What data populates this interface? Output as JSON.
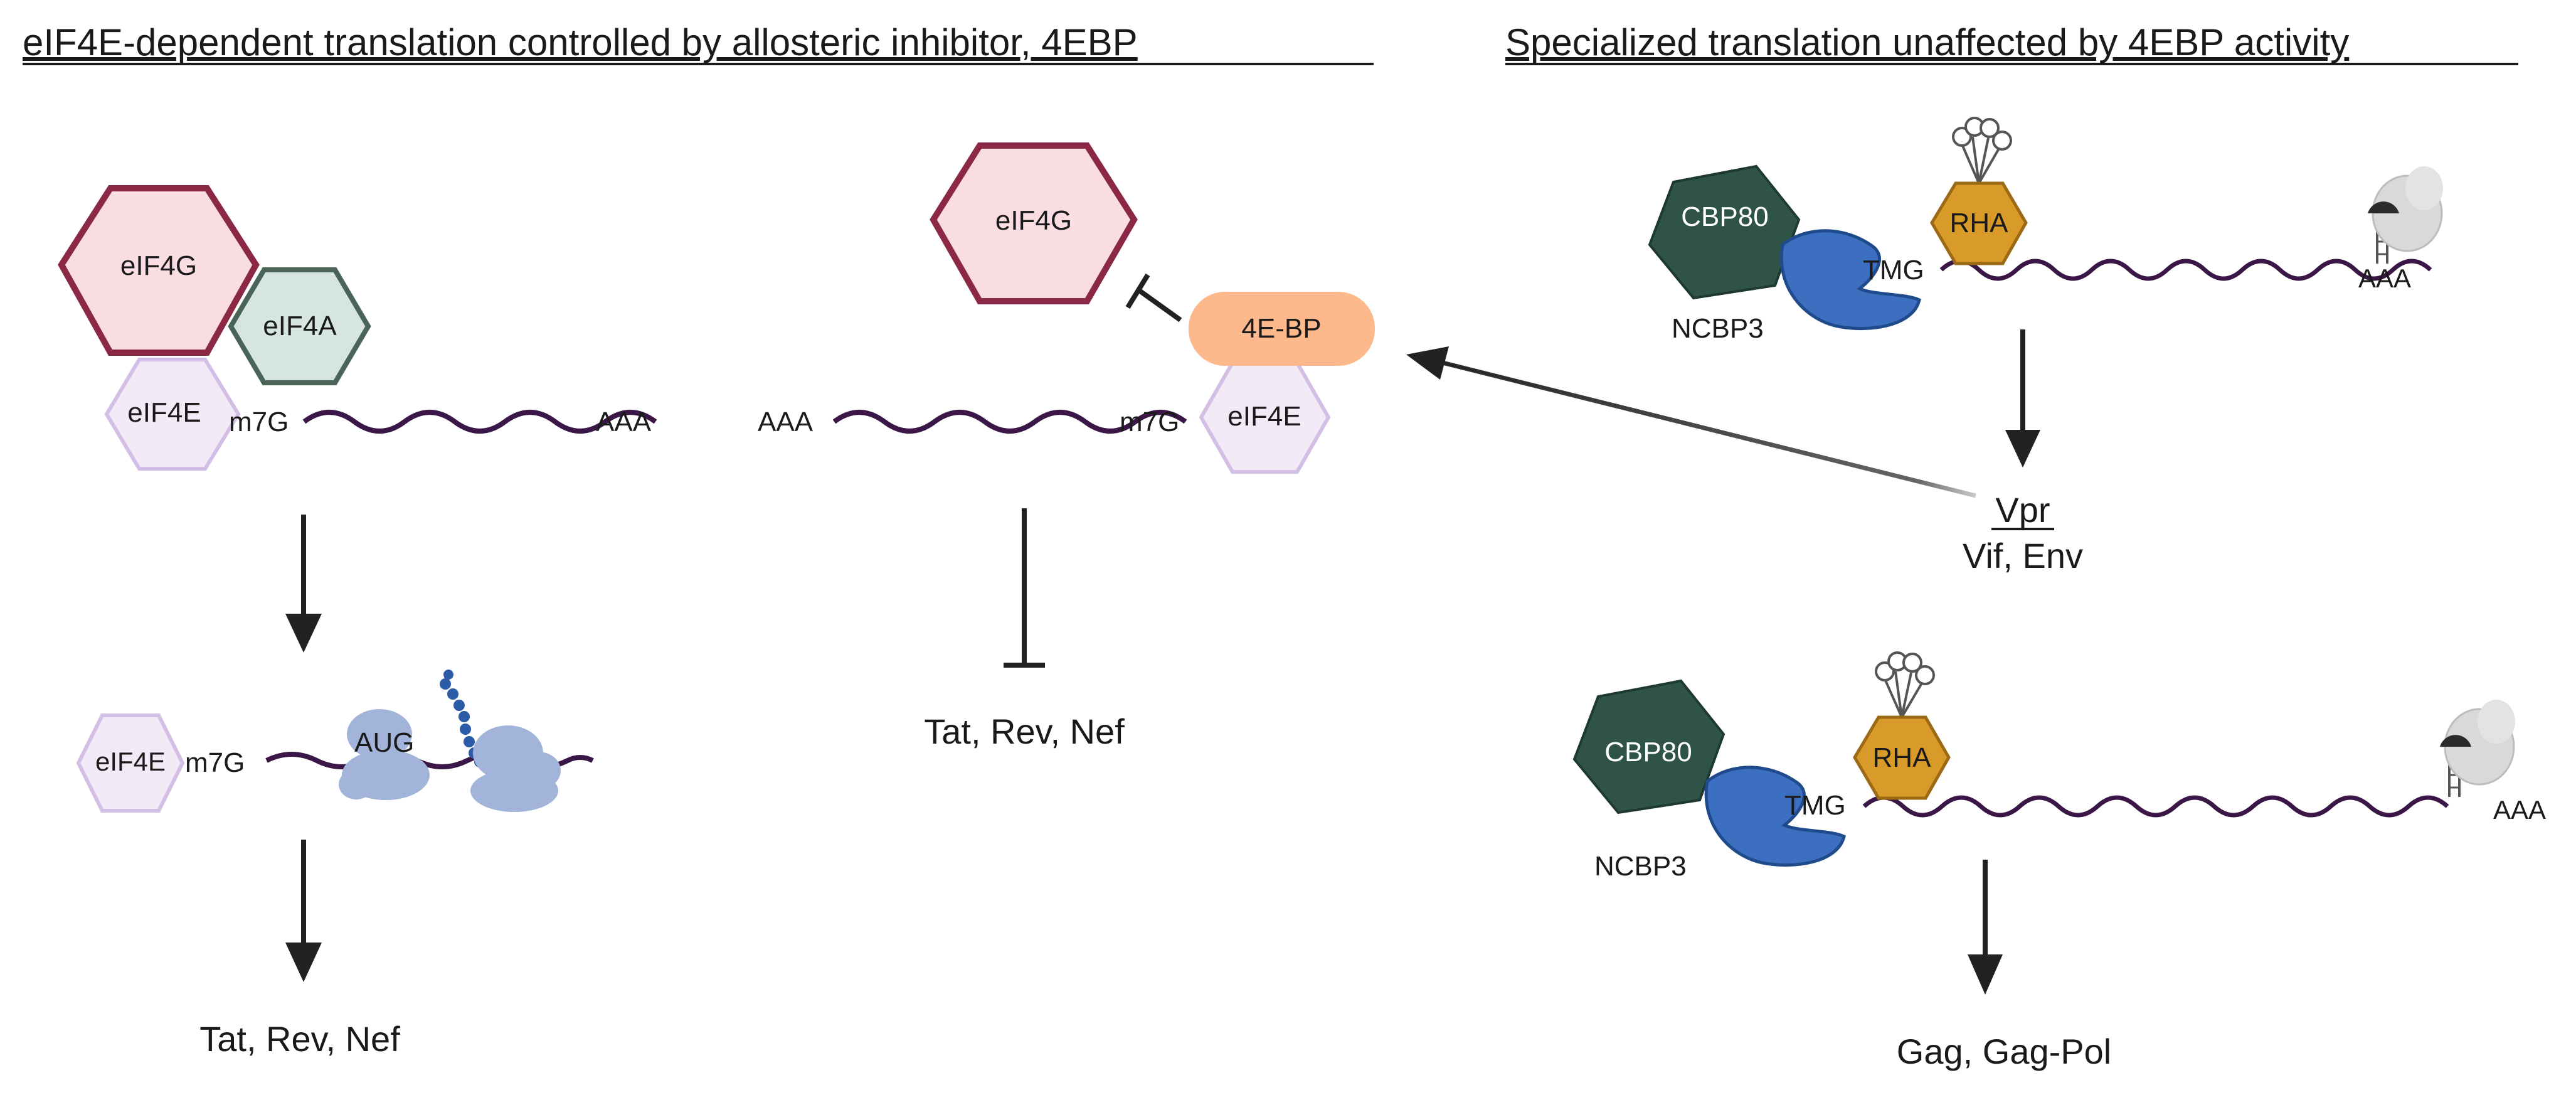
{
  "titles": {
    "left": "eIF4E-dependent translation controlled by allosteric inhibitor, 4EBP",
    "right": "Specialized translation unaffected by 4EBP activity"
  },
  "panel_a": {
    "eif4g": "eIF4G",
    "eif4a": "eIF4A",
    "eif4e": "eIF4E",
    "cap": "m7G",
    "polya": "AAA",
    "eif4e_2": "eIF4E",
    "cap_2": "m7G",
    "start_codon": "AUG",
    "products": "Tat, Rev, Nef"
  },
  "panel_b": {
    "eif4g": "eIF4G",
    "bp": "4E-BP",
    "eif4e": "eIF4E",
    "cap": "m7G",
    "polya": "AAA",
    "products": "Tat, Rev, Nef"
  },
  "panel_c": {
    "cbp80": "CBP80",
    "ncbp3": "NCBP3",
    "rha": "RHA",
    "cap": "TMG",
    "polya": "AAA",
    "regulator_underlined": "Vpr",
    "regulators": "Vif, Env"
  },
  "panel_d": {
    "cbp80": "CBP80",
    "ncbp3": "NCBP3",
    "rha": "RHA",
    "cap": "TMG",
    "polya": "AAA",
    "products": "Gag, Gag-Pol"
  },
  "colors": {
    "eif4g_fill": "#f9dde3",
    "eif4g_stroke": "#8b2846",
    "eif4a_fill": "#d6e5df",
    "eif4a_stroke": "#4a6458",
    "eif4e_fill": "#f3eaf8",
    "eif4e_stroke": "#d3bfe6",
    "bp_fill": "#fdb98b",
    "cbp80_fill": "#2f5446",
    "ncbp_fill": "#3d6fc1",
    "rha_fill": "#d89a29",
    "mrna": "#3b1747",
    "ribosome": "#a2b4d9"
  }
}
